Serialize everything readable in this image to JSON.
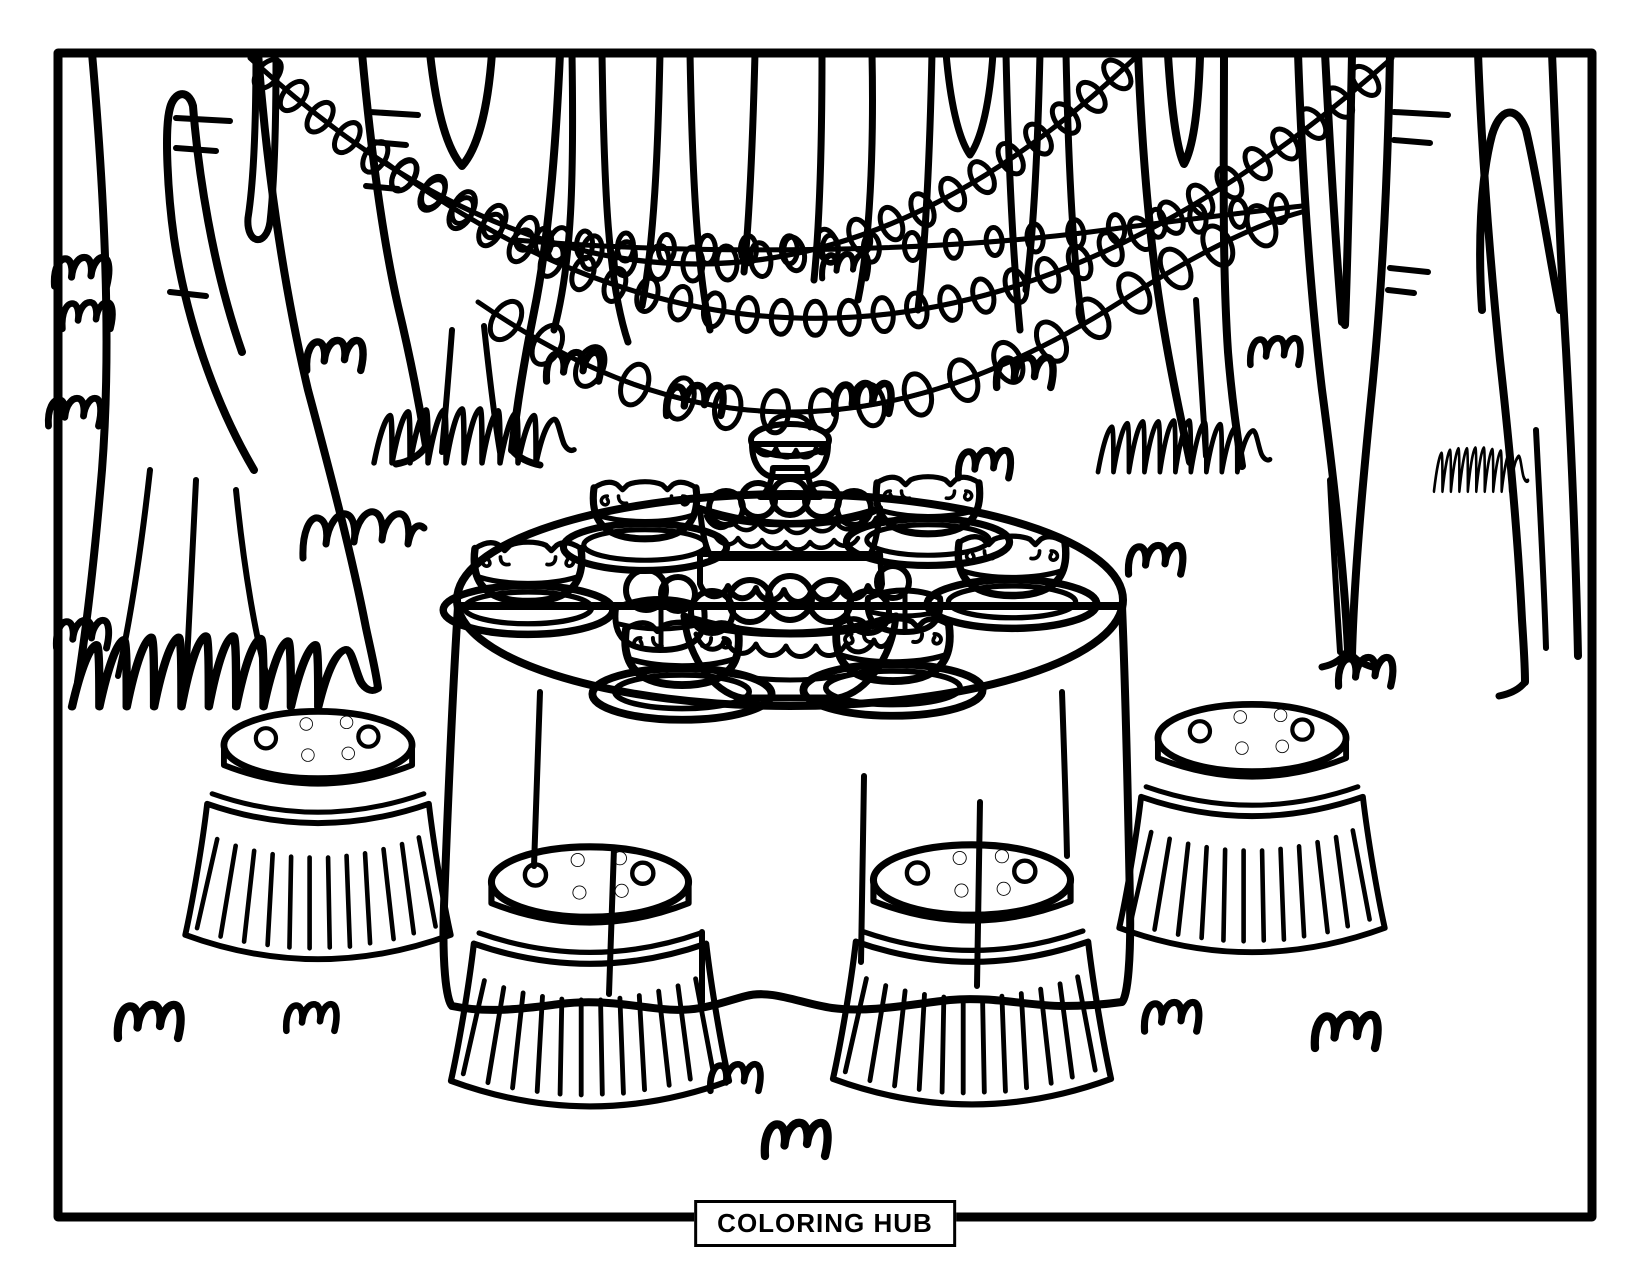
{
  "footer": {
    "brand_label": "COLORING HUB"
  },
  "palette": {
    "line": "#000000",
    "background": "#ffffff"
  },
  "scene": {
    "objects": {
      "foreground_trees": 6,
      "background_trunks": 10,
      "string_light_strands": 4,
      "teacups_with_saucers": 6,
      "dessert_stand_tiers": 3,
      "pastries": 2,
      "tree_stump_stools": 4,
      "grass_tufts": 21
    }
  }
}
